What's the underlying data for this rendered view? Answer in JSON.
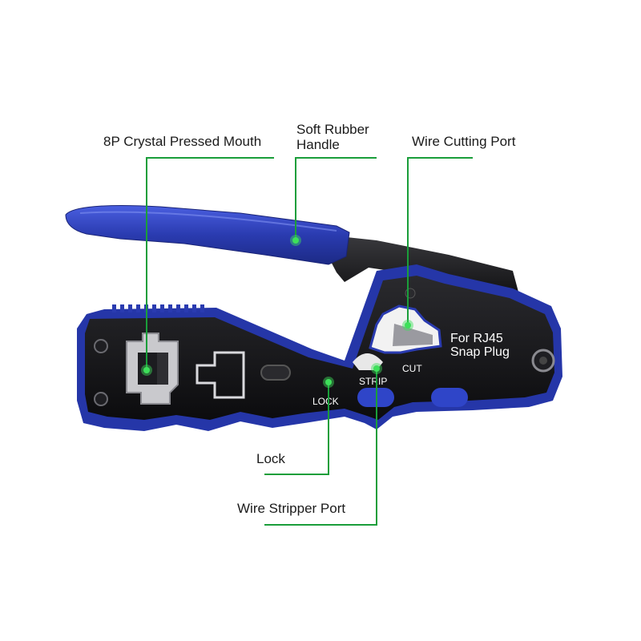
{
  "callouts": {
    "crystal_mouth": "8P Crystal Pressed Mouth",
    "rubber_handle_line1": "Soft Rubber",
    "rubber_handle_line2": "Handle",
    "wire_cutting": "Wire Cutting Port",
    "lock": "Lock",
    "wire_stripper": "Wire Stripper Port"
  },
  "tool_markings": {
    "model_line1": "For RJ45",
    "model_line2": "Snap Plug",
    "cut": "CUT",
    "strip": "STRIP",
    "lock": "LOCK"
  },
  "colors": {
    "accent_green": "#1a9e3a",
    "dot_green": "#3ee05a",
    "handle_blue": "#2a3fb0",
    "body_black": "#151518"
  }
}
